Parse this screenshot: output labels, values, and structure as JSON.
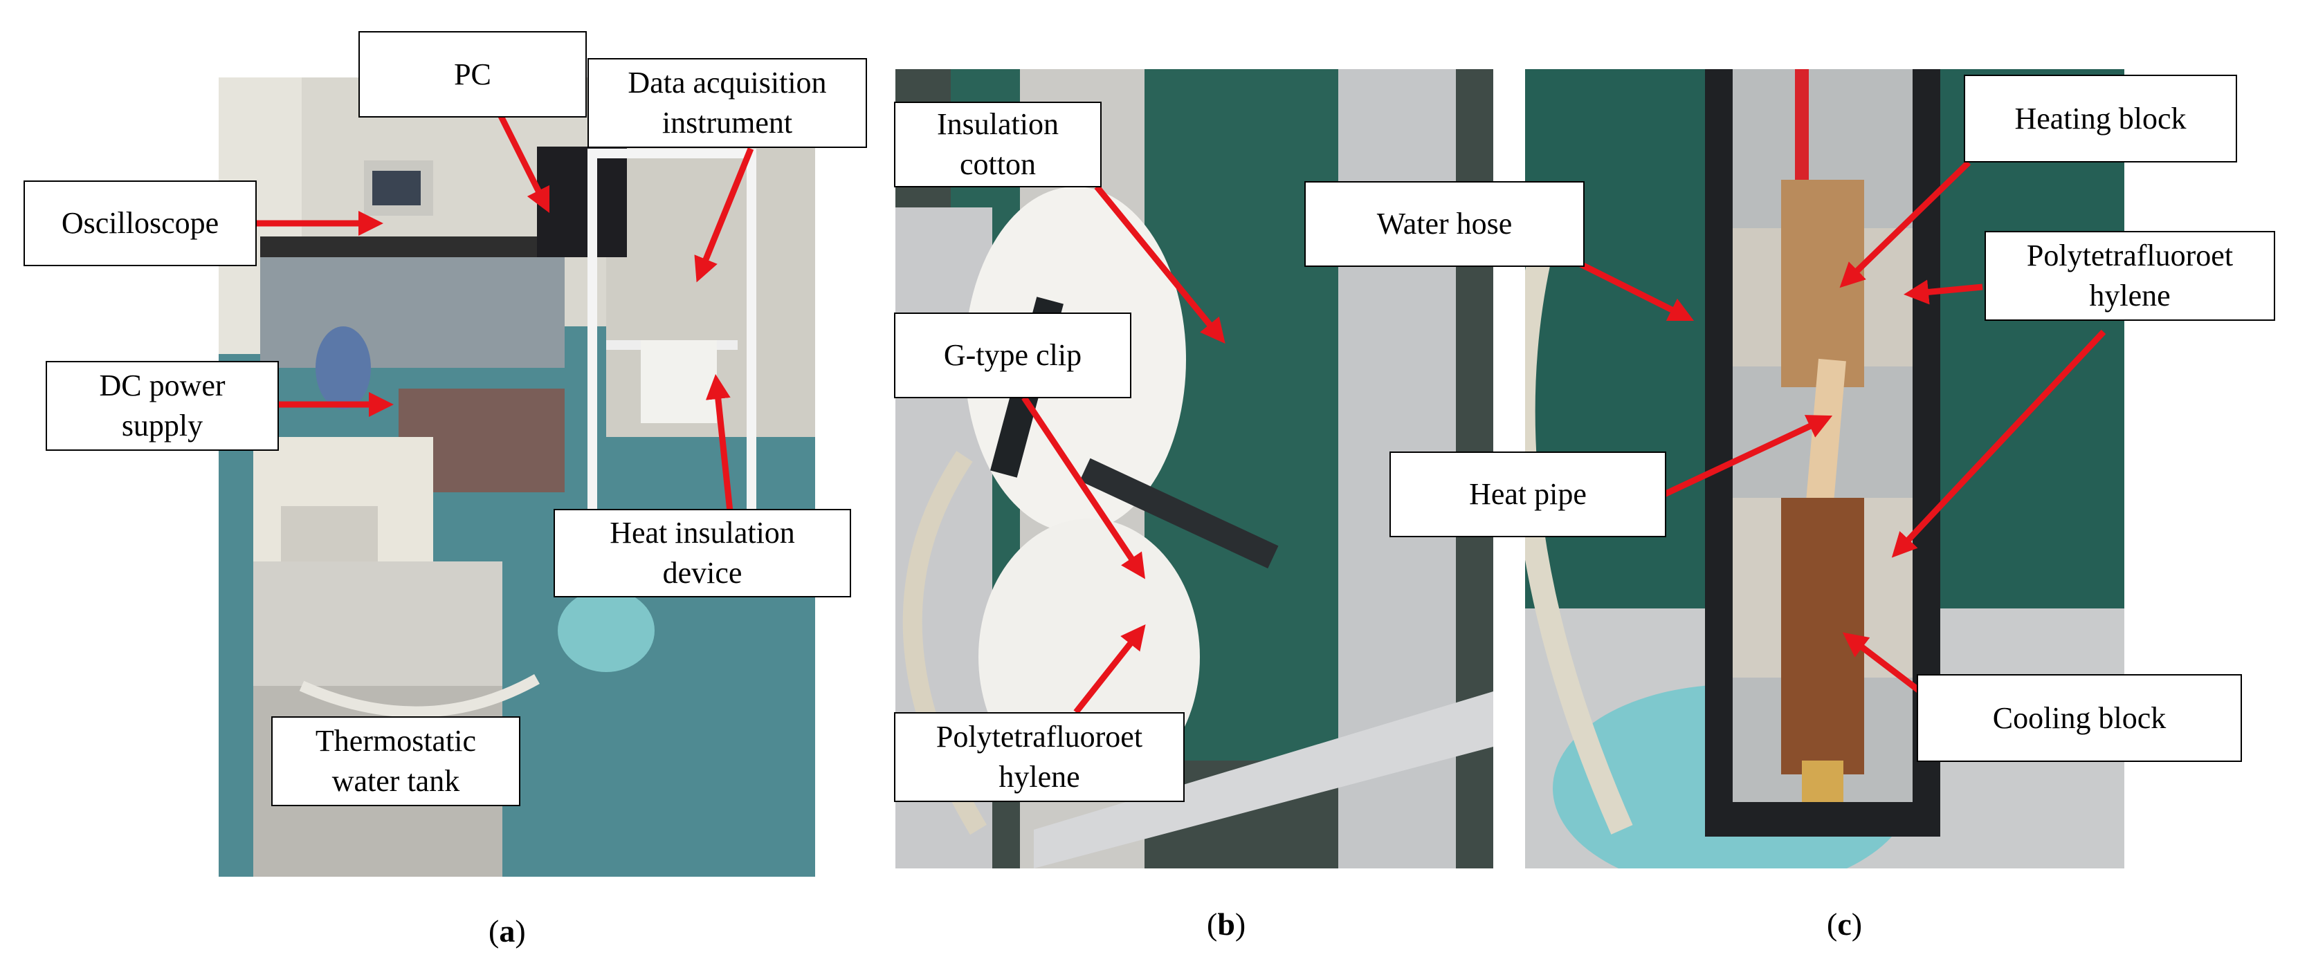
{
  "panels": {
    "a": {
      "caption_letter": "a",
      "labels": {
        "pc": "PC",
        "data_acq": "Data acquisition\ninstrument",
        "oscilloscope": "Oscilloscope",
        "dc_power": "DC power\nsupply",
        "heat_insulation": "Heat insulation\ndevice",
        "water_tank": "Thermostatic\nwater tank"
      }
    },
    "b": {
      "caption_letter": "b",
      "labels": {
        "insulation_cotton": "Insulation\ncotton",
        "g_clip": "G-type clip",
        "water_hose": "Water hose",
        "ptfe": "Polytetrafluoroet\nhylene"
      }
    },
    "c": {
      "caption_letter": "c",
      "labels": {
        "heating_block": "Heating block",
        "ptfe_top": "Polytetrafluoroet\nhylene",
        "heat_pipe": "Heat pipe",
        "cooling_block": "Cooling block"
      }
    }
  },
  "colors": {
    "arrow": "#e8141b",
    "label_border": "#000000"
  }
}
